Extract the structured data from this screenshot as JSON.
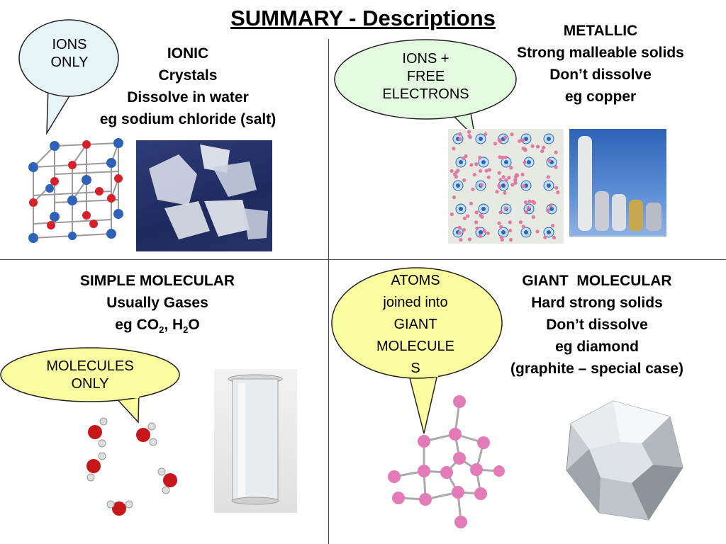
{
  "title": "SUMMARY - Descriptions",
  "ionic": {
    "bubble_lines": [
      "IONS",
      "ONLY"
    ],
    "lines": [
      "IONIC",
      "Crystals",
      "Dissolve in water",
      "eg sodium chloride (salt)"
    ]
  },
  "metallic": {
    "bubble_lines": [
      "IONS +",
      "FREE",
      "ELECTRONS"
    ],
    "lines": [
      "METALLIC",
      "Strong malleable solids",
      "Don’t dissolve",
      "eg copper"
    ]
  },
  "simple_molecular": {
    "bubble_lines": [
      "MOLECULES",
      "ONLY"
    ],
    "line1": "SIMPLE MOLECULAR",
    "line2": "Usually Gases",
    "formula": {
      "prefix": "eg CO",
      "sub1": "2",
      "middle": ", H",
      "sub2": "2",
      "suffix": "O"
    }
  },
  "giant_molecular": {
    "bubble_lines": [
      "ATOMS",
      "joined into",
      "GIANT",
      "MOLECULE",
      "S"
    ],
    "lines": [
      "GIANT  MOLECULAR",
      "Hard strong solids",
      "Don’t dissolve",
      "eg diamond",
      "(graphite – special case)"
    ]
  },
  "colors": {
    "ionic_bubble": "#e6f4f6",
    "metallic_bubble": "#e4fae0",
    "yellow_bubble": "#fbfba0",
    "sodium_ion": "#2f63b8",
    "chloride_ion": "#d8202c",
    "electron": "#e07aa3",
    "carbon_atom": "#e27bb8"
  }
}
